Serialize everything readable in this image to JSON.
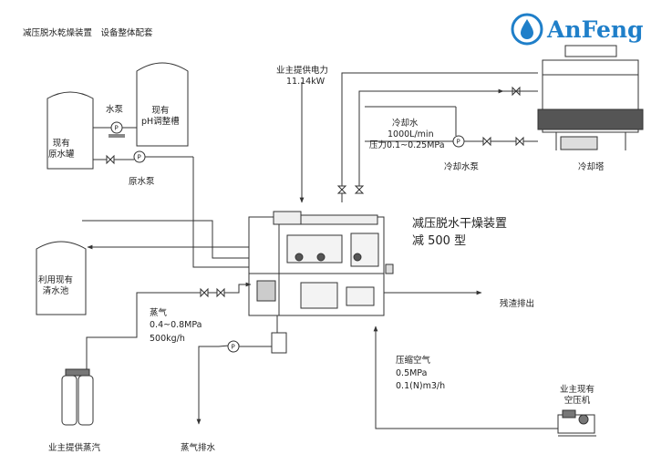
{
  "header": {
    "title": "减压脱水乾燥装置　设备整体配套",
    "logo_text": "AnFeng"
  },
  "tanks": {
    "raw_water": "现有\n原水罐",
    "ph_tank": "现有\npH调整槽",
    "reuse_pool": "利用现有\n清水池"
  },
  "pumps": {
    "water_pump": "水泵",
    "raw_water_pump": "原水泵",
    "cooling_water_pump": "冷却水泵",
    "pump_symbol": "P"
  },
  "power": {
    "label": "业主提供电力",
    "value": "11.14kW"
  },
  "cooling_water": {
    "title": "冷却水",
    "flow": "1000L/min",
    "pressure": "压力0.1~0.25MPa"
  },
  "cooling_tower": {
    "label": "冷却塔"
  },
  "device": {
    "name": "减压脱水干燥装置",
    "model": "减 500 型"
  },
  "residue": {
    "label": "残渣排出"
  },
  "steam": {
    "title": "蒸气",
    "pressure": "0.4~0.8MPa",
    "flow": "500kg/h",
    "supply": "业主提供蒸汽",
    "drain": "蒸气排水"
  },
  "compressed_air": {
    "title": "压缩空气",
    "pressure": "0.5MPa",
    "flow": "0.1(N)m3/h",
    "compressor": "业主现有\n空压机"
  },
  "colors": {
    "line": "#333333",
    "logo": "#1f7fc9"
  }
}
